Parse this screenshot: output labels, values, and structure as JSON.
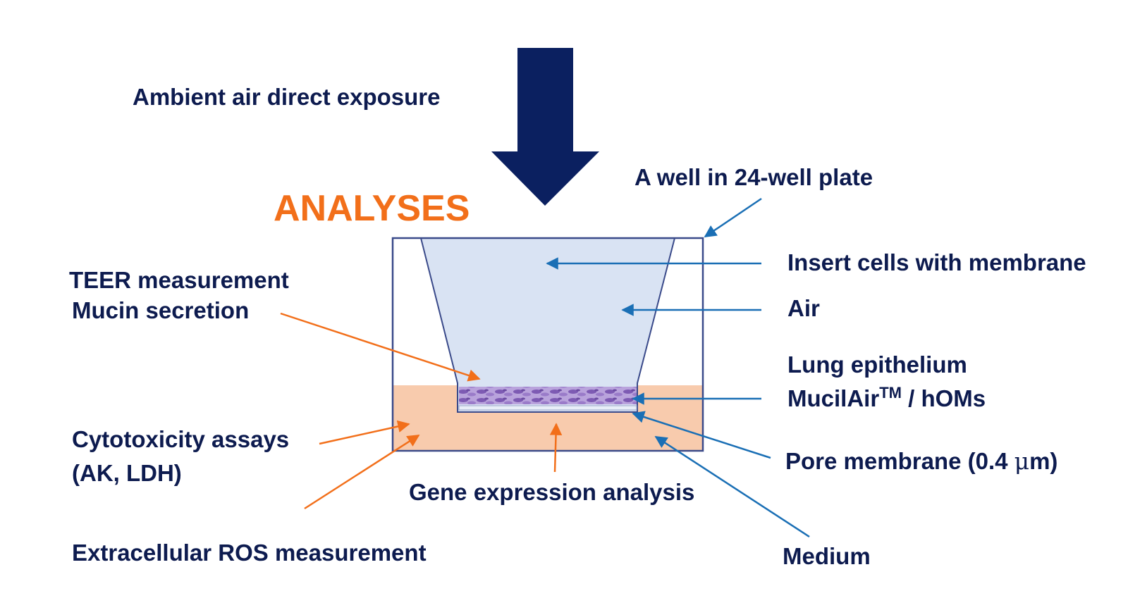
{
  "title": "ANALYSES",
  "top_label": "Ambient air direct exposure",
  "right_labels": {
    "well": "A well in 24-well plate",
    "insert": "Insert cells with membrane",
    "air": "Air",
    "lung_line1": "Lung epithelium",
    "lung_line2_pre": "MucilAir",
    "lung_line2_sup": "TM",
    "lung_line2_post": " / hOMs",
    "pore_pre": "Pore membrane (0.4 ",
    "pore_mu": "μ",
    "pore_post": "m)",
    "medium": "Medium"
  },
  "left_labels": {
    "teer": "TEER measurement",
    "mucin": "Mucin secretion",
    "cyto_line1": "Cytotoxicity assays",
    "cyto_line2": "(AK, LDH)",
    "ros": "Extracellular ROS measurement",
    "gene": "Gene expression analysis"
  },
  "colors": {
    "navy": "#0d1b4f",
    "arrow_navy": "#0b2060",
    "orange": "#f26f1a",
    "blue_line": "#1a6fb5",
    "well_border": "#3a4a8a",
    "insert_fill": "#d9e3f3",
    "medium_fill": "#f8cbad",
    "cells": "#8e6cc0"
  }
}
